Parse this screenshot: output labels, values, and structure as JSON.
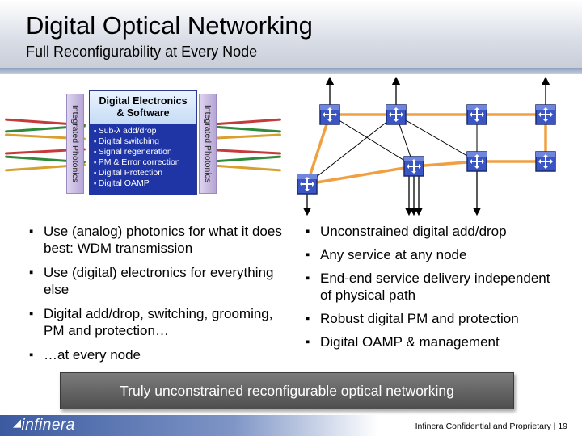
{
  "slide": {
    "title": "Digital Optical Networking",
    "subtitle": "Full Reconfigurability at Every Node"
  },
  "node_diagram": {
    "left_label": "Integrated Photonics",
    "right_label": "Integrated Photonics",
    "center_title_line1": "Digital Electronics",
    "center_title_line2": "& Software",
    "center_items": [
      "Sub-λ add/drop",
      "Digital switching",
      "Signal regeneration",
      "PM & Error correction",
      "Digital Protection",
      "Digital OAMP"
    ]
  },
  "left_bullets": [
    "Use (analog) photonics for what it does best: WDM transmission",
    "Use (digital) electronics for everything else",
    "Digital add/drop, switching, grooming, PM and protection…",
    "…at every node"
  ],
  "right_bullets": [
    "Unconstrained digital add/drop",
    "Any service at any node",
    "End-end service delivery independent of physical path",
    "Robust digital PM and protection",
    "Digital OAMP & management"
  ],
  "callout": "Truly unconstrained reconfigurable optical networking",
  "footer": {
    "logo": "infinera",
    "confidential": "Infinera Confidential and Proprietary",
    "separator": "|",
    "page_number": "19"
  },
  "colors": {
    "node_blue": "#2c45b0",
    "ring_orange": "#f0a040",
    "center_box": "#1f35a6",
    "callout_gray": "#5e5e5e"
  }
}
